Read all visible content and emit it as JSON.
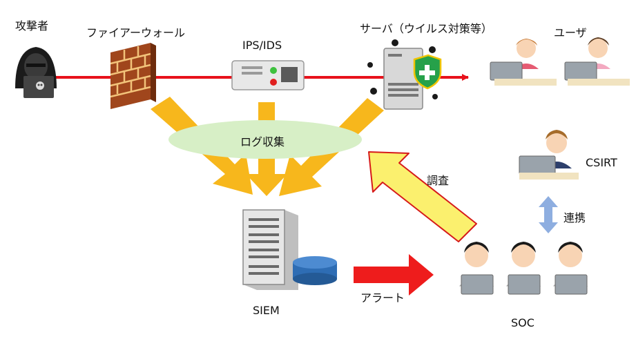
{
  "labels": {
    "attacker": "攻撃者",
    "firewall": "ファイアーウォール",
    "ips_ids": "IPS/IDS",
    "server": "サーバ（ウイルス対策等）",
    "users": "ユーザ",
    "log_collection": "ログ収集",
    "siem": "SIEM",
    "alert": "アラート",
    "investigate": "調査",
    "csirt": "CSIRT",
    "cooperation": "連携",
    "soc": "SOC"
  },
  "colors": {
    "attack_line": "#e8121b",
    "log_arrows": "#f7b71c",
    "log_ellipse": "#d7efc6",
    "alert_arrow": "#ee1c1c",
    "investigate_arrow": "#fbf06e",
    "investigate_stroke": "#d61a1a",
    "cooperation_arrow": "#8eaee0",
    "siem_disk": "#2e6db4"
  }
}
